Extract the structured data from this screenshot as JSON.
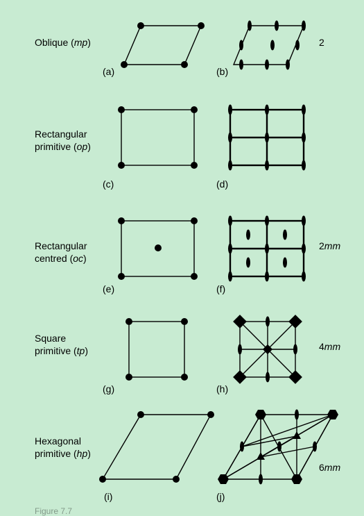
{
  "rows": [
    {
      "name_lines": [
        "Oblique (",
        "mp",
        ")"
      ],
      "left_label": "(a)",
      "right_label": "(b)",
      "symmetry": "2"
    },
    {
      "name_lines": [
        "Rectangular",
        "primitive (",
        "op",
        ")"
      ],
      "left_label": "(c)",
      "right_label": "(d)",
      "symmetry": ""
    },
    {
      "name_lines": [
        "Rectangular",
        "centred (",
        "oc",
        ")"
      ],
      "left_label": "(e)",
      "right_label": "(f)",
      "symmetry_num": "2",
      "symmetry_it": "mm"
    },
    {
      "name_lines": [
        "Square",
        "primitive (",
        "tp",
        ")"
      ],
      "left_label": "(g)",
      "right_label": "(h)",
      "symmetry_num": "4",
      "symmetry_it": "mm"
    },
    {
      "name_lines": [
        "Hexagonal",
        "primitive (",
        "hp",
        ")"
      ],
      "left_label": "(i)",
      "right_label": "(j)",
      "symmetry_num": "6",
      "symmetry_it": "mm"
    }
  ],
  "caption_partial": "Figure 7.7"
}
